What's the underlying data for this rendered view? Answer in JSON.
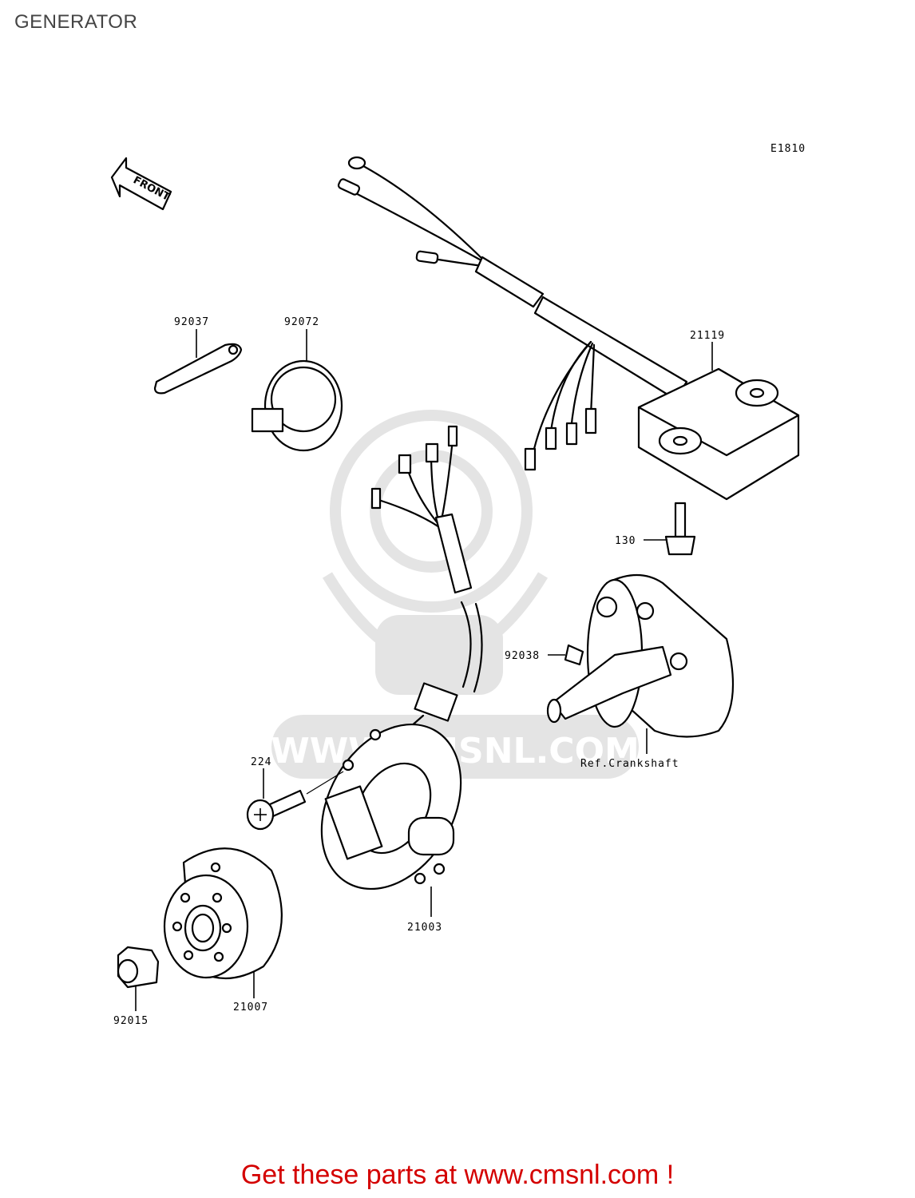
{
  "page": {
    "title": "GENERATOR"
  },
  "diagram": {
    "code": "E1810",
    "front_label": "FRONT",
    "watermark": "WWW.CMSNL.COM",
    "parts": [
      {
        "id": "92037",
        "label": "92037"
      },
      {
        "id": "92072",
        "label": "92072"
      },
      {
        "id": "21119",
        "label": "21119"
      },
      {
        "id": "130",
        "label": "130"
      },
      {
        "id": "92038",
        "label": "92038"
      },
      {
        "id": "ref-crankshaft",
        "label": "Ref.Crankshaft"
      },
      {
        "id": "224",
        "label": "224"
      },
      {
        "id": "21003",
        "label": "21003"
      },
      {
        "id": "21007",
        "label": "21007"
      },
      {
        "id": "92015",
        "label": "92015"
      }
    ]
  },
  "footer": {
    "cta": "Get these parts at www.cmsnl.com !"
  },
  "colors": {
    "cta": "#d40000",
    "watermark": "#e4e4e4",
    "ink": "#000000"
  }
}
